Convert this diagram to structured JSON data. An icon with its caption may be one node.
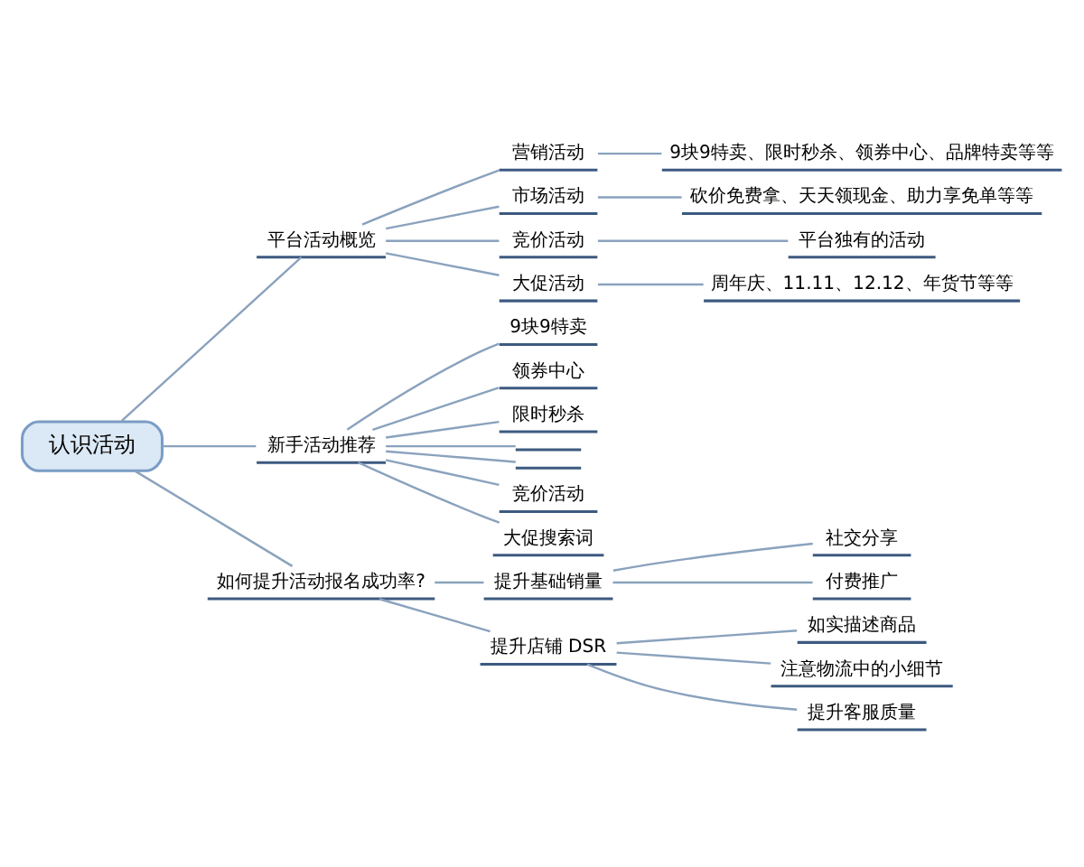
{
  "diagram": {
    "nodes": [
      {
        "text": [
          "认识活动"
        ]
      },
      {
        "text": [
          "平台活动概览"
        ]
      },
      {
        "text": [
          "营销活动"
        ]
      },
      {
        "text": [
          "9块9特卖、限时秒杀、领券中心、品牌特卖等等"
        ]
      },
      {
        "text": [
          "市场活动"
        ]
      },
      {
        "text": [
          "砍价免费拿、天天领现金、助力享免单等等"
        ]
      },
      {
        "text": [
          "竞价活动"
        ]
      },
      {
        "text": [
          "平台独有的活动"
        ]
      },
      {
        "text": [
          "大促活动"
        ]
      },
      {
        "text": [
          "周年庆、11.11、12.12、年货节等等"
        ]
      },
      {
        "text": [
          "新手活动推荐"
        ]
      },
      {
        "text": [
          "9块9特卖"
        ]
      },
      {
        "text": [
          "领券中心"
        ]
      },
      {
        "text": [
          "限时秒杀"
        ]
      },
      {
        "text": [],
        "shape": "box"
      },
      {
        "text": [],
        "shape": "box"
      },
      {
        "text": [
          "竞价活动"
        ]
      },
      {
        "text": [
          "大促搜索词"
        ]
      },
      {
        "text": [
          "如何提升活动报名成功率?"
        ]
      },
      {
        "text": [
          "提升基础销量"
        ]
      },
      {
        "text": [
          "社交分享"
        ]
      },
      {
        "text": [
          "付费推广"
        ]
      },
      {
        "text": [
          "提升店铺 DSR"
        ]
      },
      {
        "text": [
          "如实描述商品"
        ]
      },
      {
        "text": [
          "注意物流中的小细节"
        ]
      },
      {
        "text": [
          "提升客服质量"
        ]
      }
    ],
    "edges": [
      {
        "from": 0,
        "to": 1,
        "arrow": "none"
      },
      {
        "from": 1,
        "to": 2,
        "arrow": "none"
      },
      {
        "from": 2,
        "to": 3,
        "arrow": "none"
      },
      {
        "from": 1,
        "to": 4,
        "arrow": "none"
      },
      {
        "from": 4,
        "to": 5,
        "arrow": "none"
      },
      {
        "from": 1,
        "to": 6,
        "arrow": "none"
      },
      {
        "from": 6,
        "to": 7,
        "arrow": "none"
      },
      {
        "from": 1,
        "to": 8,
        "arrow": "none"
      },
      {
        "from": 8,
        "to": 9,
        "arrow": "none"
      },
      {
        "from": 0,
        "to": 10,
        "arrow": "none"
      },
      {
        "from": 10,
        "to": 11,
        "arrow": "none"
      },
      {
        "from": 10,
        "to": 12,
        "arrow": "none"
      },
      {
        "from": 10,
        "to": 13,
        "arrow": "none"
      },
      {
        "from": 10,
        "to": 14,
        "arrow": "none"
      },
      {
        "from": 10,
        "to": 15,
        "arrow": "none"
      },
      {
        "from": 10,
        "to": 16,
        "arrow": "none"
      },
      {
        "from": 10,
        "to": 17,
        "arrow": "none"
      },
      {
        "from": 0,
        "to": 18,
        "arrow": "none"
      },
      {
        "from": 18,
        "to": 19,
        "arrow": "none"
      },
      {
        "from": 19,
        "to": 20,
        "arrow": "none"
      },
      {
        "from": 19,
        "to": 21,
        "arrow": "none"
      },
      {
        "from": 18,
        "to": 22,
        "arrow": "none"
      },
      {
        "from": 22,
        "to": 23,
        "arrow": "none"
      },
      {
        "from": 22,
        "to": 24,
        "arrow": "none"
      },
      {
        "from": 22,
        "to": 25,
        "arrow": "none"
      }
    ]
  }
}
